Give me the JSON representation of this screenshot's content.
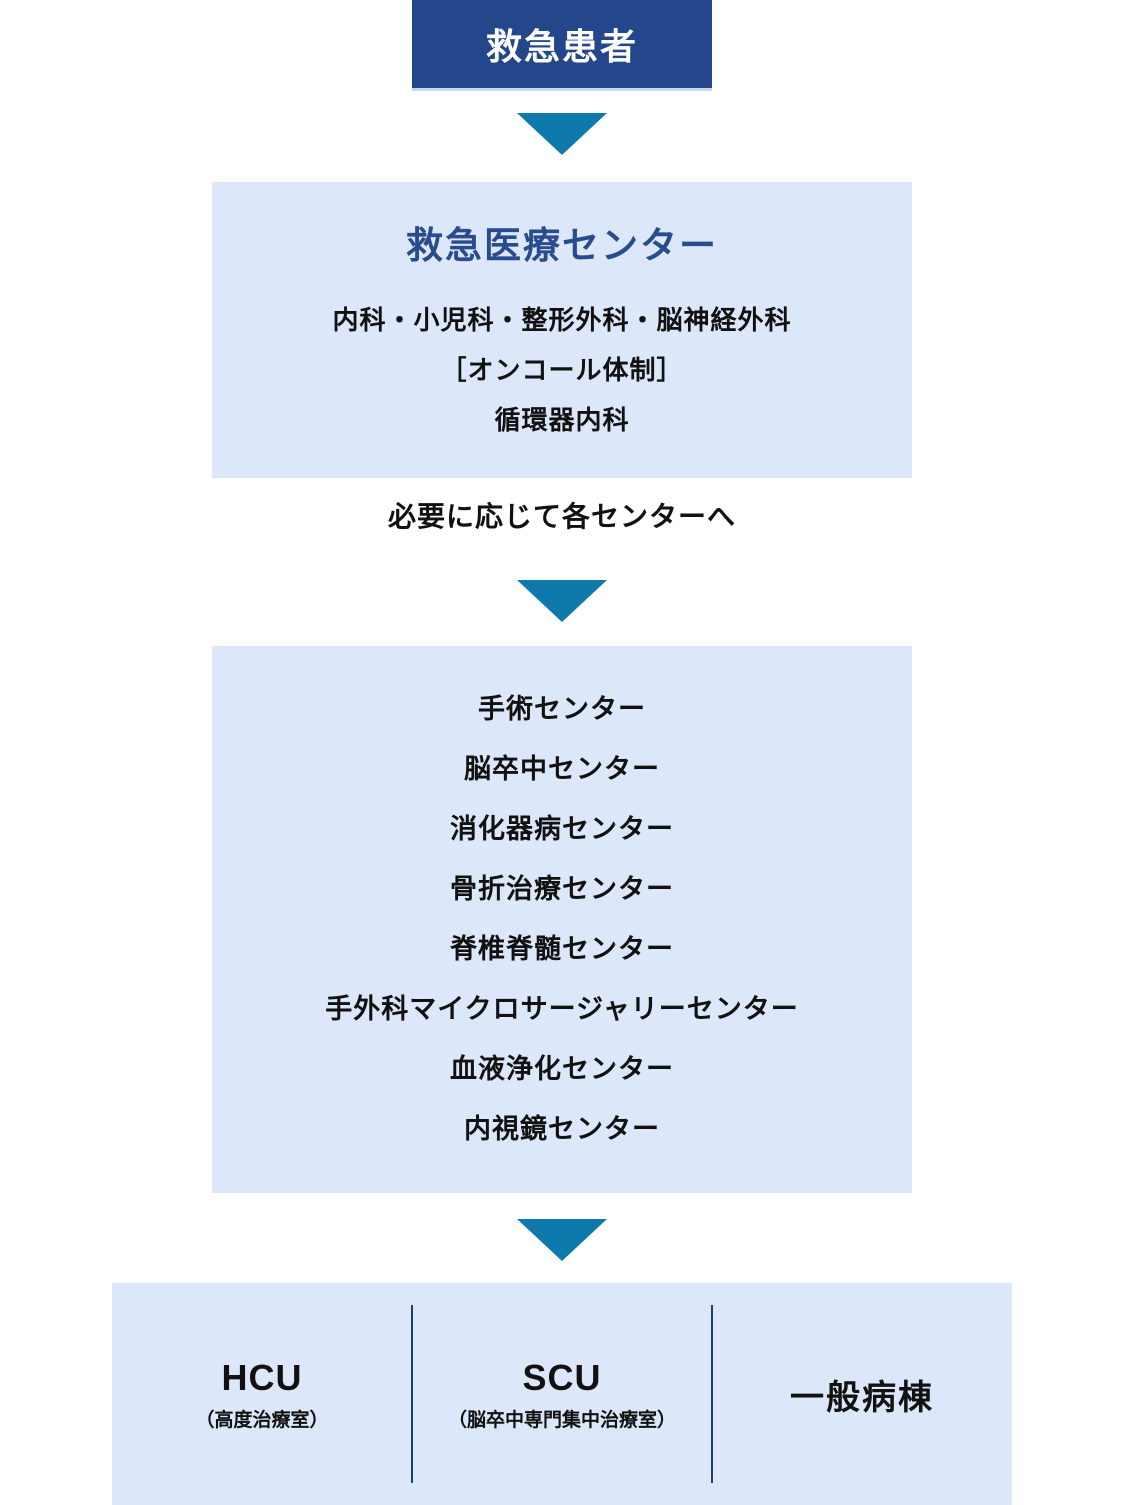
{
  "flow": {
    "patient_label": "救急患者",
    "emergency_center": {
      "title": "救急医療センター",
      "lines": [
        "内科・小児科・整形外科・脳神経外科",
        "［オンコール体制］",
        "循環器内科"
      ]
    },
    "transfer_note": "必要に応じて各センターへ",
    "centers": [
      "手術センター",
      "脳卒中センター",
      "消化器病センター",
      "骨折治療センター",
      "脊椎脊髄センター",
      "手外科マイクロサージャリーセンター",
      "血液浄化センター",
      "内視鏡センター"
    ],
    "wards": [
      {
        "title": "HCU",
        "subtitle": "（高度治療室）"
      },
      {
        "title": "SCU",
        "subtitle": "（脳卒中専門集中治療室）"
      },
      {
        "title": "一般病棟"
      }
    ]
  },
  "colors": {
    "navy_box": "#24468a",
    "arrow_teal": "#0e7aab",
    "panel_light_blue": "#dce8fa",
    "title_navy": "#2b4b8f",
    "divider_navy": "#1e3f7e",
    "body_text": "#111111"
  }
}
